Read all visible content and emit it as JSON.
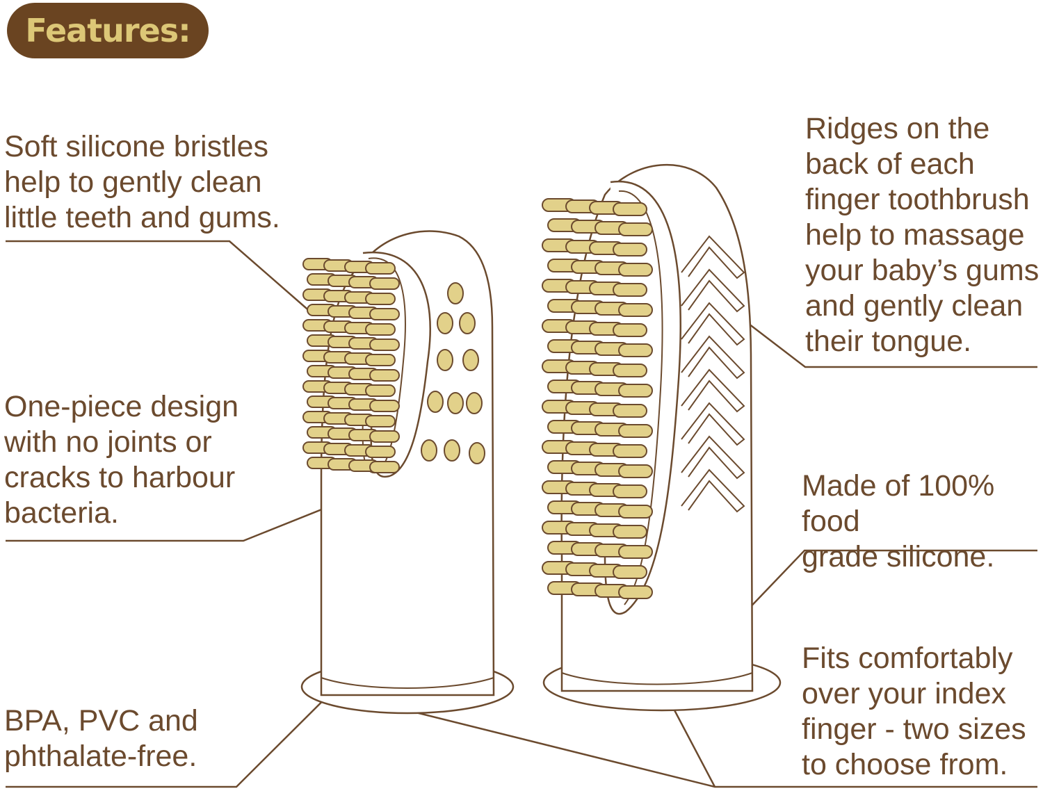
{
  "header": {
    "title": "Features:"
  },
  "callouts": {
    "bristles": "Soft silicone bristles\nhelp to gently clean\nlittle teeth and gums.",
    "one_piece": "One-piece design\nwith no joints or\ncracks to harbour\nbacteria.",
    "bpa_free": "BPA, PVC and\nphthalate-free.",
    "ridges": "Ridges on the\nback of each\nfinger toothbrush\nhelp to massage\nyour baby’s gums\nand gently clean\ntheir tongue.",
    "material": "Made of 100% food\ngrade silicone.",
    "fit": "Fits comfortably\nover your index\nfinger - two sizes\nto choose from."
  },
  "colors": {
    "badge_background": "#6a4421",
    "badge_text": "#dcc777",
    "text": "#6b4a2e",
    "outline": "#6b4a2e",
    "bristle_fill": "#e2d18a",
    "line": "#6b4a2e"
  }
}
